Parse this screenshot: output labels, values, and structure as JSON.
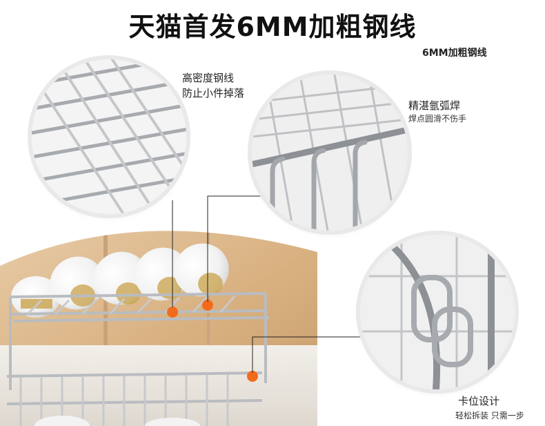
{
  "header": {
    "title": "天猫首发6MM加粗钢线"
  },
  "corner_note": "6MM加粗钢线",
  "callouts": {
    "density": {
      "line1": "高密度钢线",
      "line2": "防止小件掉落"
    },
    "weld": {
      "title": "精湛氩弧焊",
      "subtitle": "焊点圆滑不伤手"
    },
    "clip": {
      "title": "卡位设计",
      "subtitle": "轻松拆装 只需一步"
    }
  },
  "colors": {
    "marker": "#f26b1d",
    "steel": "#c7c9cc",
    "steel_dark": "#8d9095",
    "bg_wood": "#d9b58a"
  },
  "icons": [
    "grid-closeup-image",
    "weld-closeup-image",
    "clip-closeup-image",
    "dish-rack-photo"
  ]
}
